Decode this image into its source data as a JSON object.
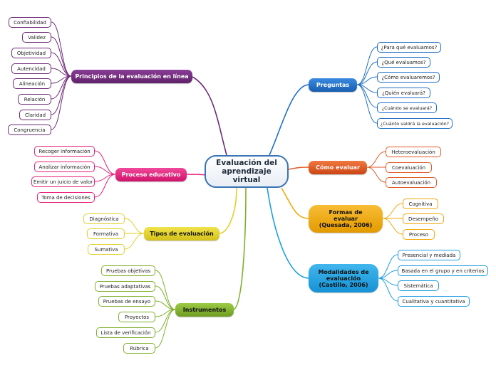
{
  "center": {
    "line1": "Evaluación del",
    "line2": "aprendizaje",
    "line3": "virtual"
  },
  "principios": {
    "title": "Principios de la evaluación en línea",
    "items": [
      "Confiabilidad",
      "Validez",
      "Objetividad",
      "Autencidad",
      "Alineación",
      "Relación",
      "Claridad",
      "Congruencia"
    ]
  },
  "proceso": {
    "title": "Proceso educativo",
    "items": [
      "Recoger información",
      "Analizar información",
      "Emitir un juicio de valor",
      "Toma de decisiones"
    ]
  },
  "tipos": {
    "title": "Tipos de evaluación",
    "items": [
      "Diagnóstica",
      "Formativa",
      "Sumativa"
    ]
  },
  "instrumentos": {
    "title": "Instrumentos",
    "items": [
      "Pruebas objetivas",
      "Pruebas adaptativas",
      "Pruebas de ensayo",
      "Proyectos",
      "Lista de verificación",
      "Rúbrica"
    ]
  },
  "preguntas": {
    "title": "Preguntas",
    "items": [
      "¿Para qué evaluamos?",
      "¿Qué evaluamos?",
      "¿Cómo evaluaremos?",
      "¿Quién evaluará?",
      "¿Cuándo se evaluará?",
      "¿Cuánto valdrá la evaluación?"
    ]
  },
  "como": {
    "title": "Cómo evaluar",
    "items": [
      "Heteroevaluación",
      "Coevaluación",
      "Autoevaluación"
    ]
  },
  "formas": {
    "line1": "Formas de",
    "line2": "evaluar",
    "line3": "(Quesada, 2006)",
    "items": [
      "Cognitiva",
      "Desempeño",
      "Proceso"
    ]
  },
  "modalidades": {
    "line1": "Modalidades de",
    "line2": "evaluación",
    "line3": "(Castillo, 2006)",
    "items": [
      "Presencial y mediada",
      "Basada en el grupo y en criterios",
      "Sistemática",
      "Cualitativa y cuantitativa"
    ]
  },
  "colors": {
    "principios": "#6e2a78",
    "proceso": "#e8207a",
    "tipos": "#e2d02a",
    "instrumentos": "#7fb02c",
    "preguntas": "#1f6fc7",
    "como": "#e05a24",
    "formas": "#f2a80c",
    "modalidades": "#1c9ee0"
  }
}
